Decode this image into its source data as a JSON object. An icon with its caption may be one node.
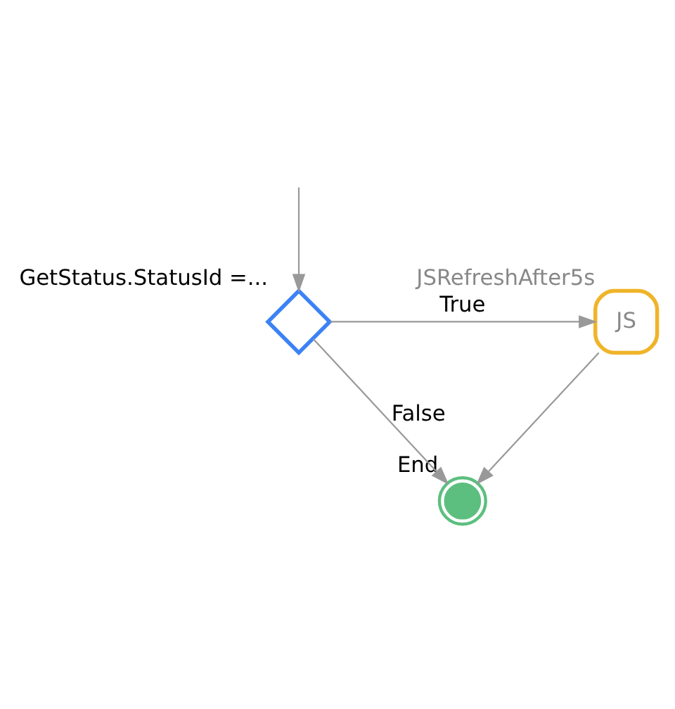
{
  "diagram": {
    "nodes": [
      {
        "text": [
          "GetStatus.StatusId =..."
        ]
      },
      {
        "text": [
          "JSRefreshAfter5s",
          "JS"
        ]
      },
      {
        "text": [
          "End"
        ]
      }
    ],
    "edges": [
      {
        "from": null,
        "to": 0,
        "arrow": "to"
      },
      {
        "from": 0,
        "to": 1,
        "arrow": "to",
        "label": "True"
      },
      {
        "from": 0,
        "to": 2,
        "arrow": "to",
        "label": "False"
      },
      {
        "from": 1,
        "to": 2,
        "arrow": "to"
      }
    ]
  }
}
